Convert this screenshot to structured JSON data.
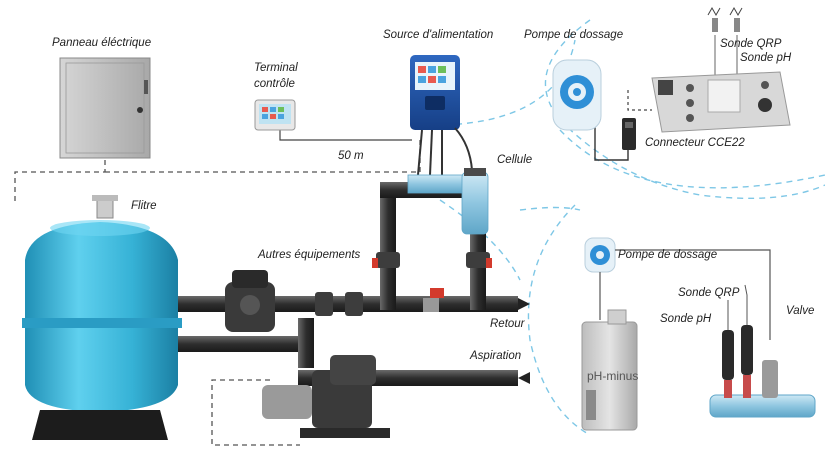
{
  "labels": {
    "panneau": "Panneau éléctrique",
    "terminal_line1": "Terminal",
    "terminal_line2": "contrôle",
    "source": "Source d'alimentation",
    "pompe_dosage_top": "Pompe de dossage",
    "sonde_qrp_top": "Sonde QRP",
    "sonde_ph_top": "Sonde pH",
    "connecteur": "Connecteur CCE22",
    "distance": "50 m",
    "cellule": "Cellule",
    "filtre": "Flitre",
    "autres": "Autres équipements",
    "retour": "Retour",
    "aspiration": "Aspiration",
    "pompe_dosage_bottom": "Pompe de dossage",
    "sonde_qrp_bottom": "Sonde QRP",
    "sonde_ph_bottom": "Sonde pH",
    "valve": "Valve",
    "ph_minus": "pH-minus"
  },
  "colors": {
    "filter_tank": "#36b2d6",
    "pipe": "#3a3a3a",
    "dashed_arc": "#7ec7e6",
    "control_unit": "#1d4fa0"
  }
}
